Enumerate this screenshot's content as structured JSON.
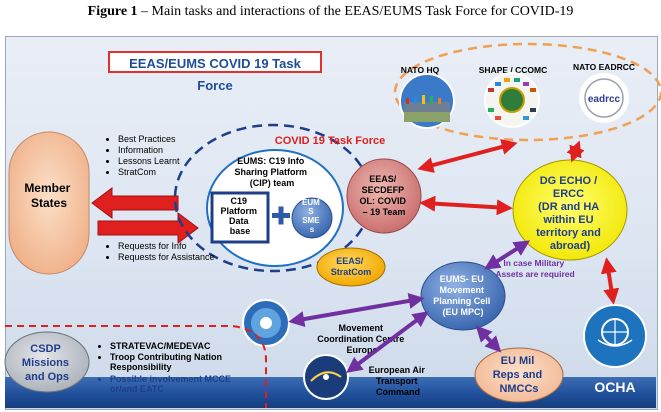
{
  "caption": {
    "figure_label": "Figure 1",
    "text": " – Main tasks and interactions of the EEAS/EUMS Task Force for COVID-19"
  },
  "task_force_title": "EEAS/EUMS COVID 19 Task Force",
  "covid_task_force_label": "COVID 19 Task Force",
  "member_states": [
    "Member",
    "States"
  ],
  "member_states_outgoing": [
    "Best Practices",
    "Information",
    "Lessons Learnt",
    "StratCom"
  ],
  "member_states_incoming": [
    "Requests for Info",
    "Requests for Assistance"
  ],
  "cip_team": [
    "EUMS: C19 Info",
    "Sharing Platform",
    "(CIP) team"
  ],
  "cip_database": [
    "C19",
    "Platform",
    "Data",
    "base"
  ],
  "eums_smes": [
    "EUM",
    "S",
    "SME",
    "s"
  ],
  "eeas_secdefpol": [
    "EEAS/",
    "SECDEFP",
    "OL: COVID",
    "– 19 Team"
  ],
  "eeas_stratcom": [
    "EEAS/",
    "StratCom"
  ],
  "nato": {
    "hq": "NATO HQ",
    "shape": "SHAPE / CCOMC",
    "eadrcc": "NATO EADRCC",
    "eadrcc_logo_text": "eadrcc"
  },
  "dg_echo": [
    "DG ECHO /",
    "ERCC",
    "(DR and HA",
    "within EU",
    "territory and",
    "abroad)"
  ],
  "military_assets_note": [
    "In case Military",
    "Assets are required"
  ],
  "eu_mpc": [
    "EUMS- EU",
    "Movement",
    "Planning Cell",
    "(EU MPC)"
  ],
  "mcce": [
    "Movement",
    "Coordination Centre",
    "Europe"
  ],
  "eatc": [
    "European Air",
    "Transport",
    "Command"
  ],
  "eu_mil_reps": [
    "EU Mil",
    "Reps and",
    "NMCCs"
  ],
  "ocha_label": "OCHA",
  "csdp": [
    "CSDP",
    "Missions",
    "and Ops"
  ],
  "csdp_items": [
    "STRATEVAC/MEDEVAC",
    "Troop Contributing Nation",
    "Responsibility",
    "Possible involvement MCCE",
    "or/and EATC"
  ],
  "colors": {
    "red_arrow": "#e0201f",
    "purple_arrow": "#7030a0",
    "blue_arrow": "#2f5aa8",
    "dark_blue": "#1f3e8a",
    "yellow_node": "#ffff00",
    "salmon_node": "#f4c6a4",
    "rose_node": "#d98a8a",
    "steel_node": "#5b86c8",
    "orange_dash": "#f0a050"
  }
}
